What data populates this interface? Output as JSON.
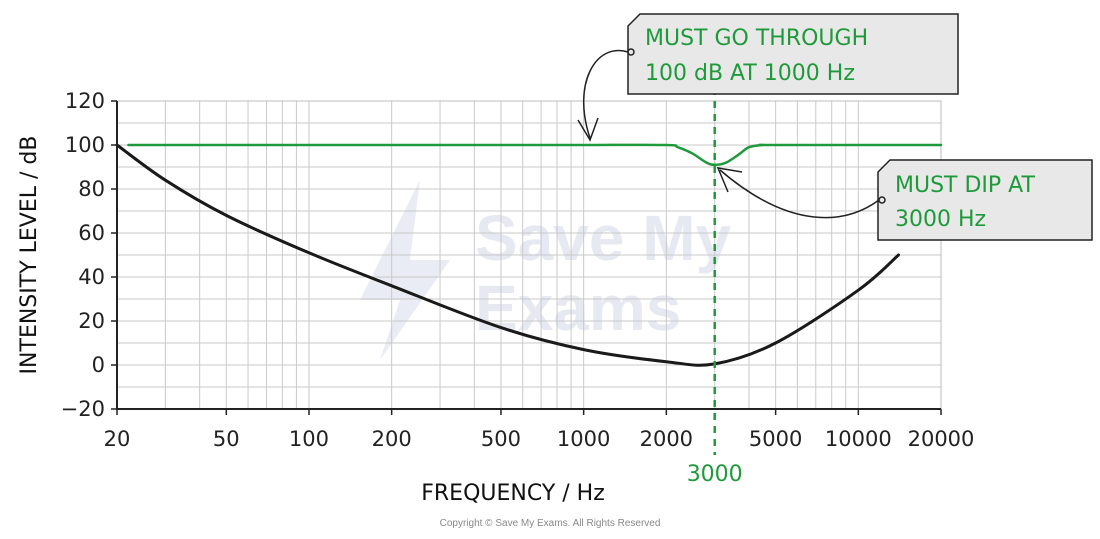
{
  "chart_data": {
    "type": "line",
    "xscale": "log",
    "xlim": [
      20,
      20000
    ],
    "ylim": [
      -20,
      120
    ],
    "x_ticks": [
      20,
      50,
      100,
      200,
      500,
      1000,
      2000,
      5000,
      10000,
      20000
    ],
    "y_ticks": [
      -20,
      0,
      20,
      40,
      60,
      80,
      100,
      120
    ],
    "x_tick_labels": [
      "20",
      "50",
      "100",
      "200",
      "500",
      "1000",
      "2000",
      "5000",
      "10000",
      "20000"
    ],
    "y_tick_labels": [
      "−20",
      "0",
      "20",
      "40",
      "60",
      "80",
      "100",
      "120"
    ],
    "xlabel": "FREQUENCY / Hz",
    "ylabel": "INTENSITY LEVEL / dB",
    "grid": true,
    "series": [
      {
        "color": "#1a1a1a",
        "x": [
          20,
          30,
          50,
          100,
          200,
          500,
          1000,
          2000,
          3000,
          5000,
          10000,
          14000
        ],
        "y": [
          100,
          84,
          68,
          51,
          36,
          17,
          7,
          1.5,
          0.5,
          10,
          34,
          50
        ]
      },
      {
        "color": "#1f9a3a",
        "x": [
          22,
          500,
          1000,
          2000,
          2200,
          2500,
          2800,
          3000,
          3300,
          3700,
          4000,
          4500,
          5000,
          20000
        ],
        "y": [
          100,
          100,
          100,
          100,
          99,
          96,
          92,
          91,
          92,
          96,
          99,
          100,
          100,
          100
        ]
      }
    ],
    "marker_line": {
      "x": 3000,
      "label": "3000",
      "color": "#1f9a3a"
    },
    "annotations": [
      {
        "lines": [
          "MUST GO THROUGH",
          "100 dB AT 1000 Hz"
        ],
        "target": {
          "x": 1000,
          "y": 100
        }
      },
      {
        "lines": [
          "MUST DIP AT",
          "3000 Hz"
        ],
        "target": {
          "x": 3000,
          "y": 91
        }
      }
    ],
    "watermark": [
      "Save My",
      "Exams"
    ]
  },
  "footer": {
    "copyright": "Copyright © Save My Exams. All Rights Reserved"
  },
  "colors": {
    "grid": "#c9c9c9",
    "callout_fill": "#e8e8e8",
    "text_green": "#1f9a3a"
  }
}
